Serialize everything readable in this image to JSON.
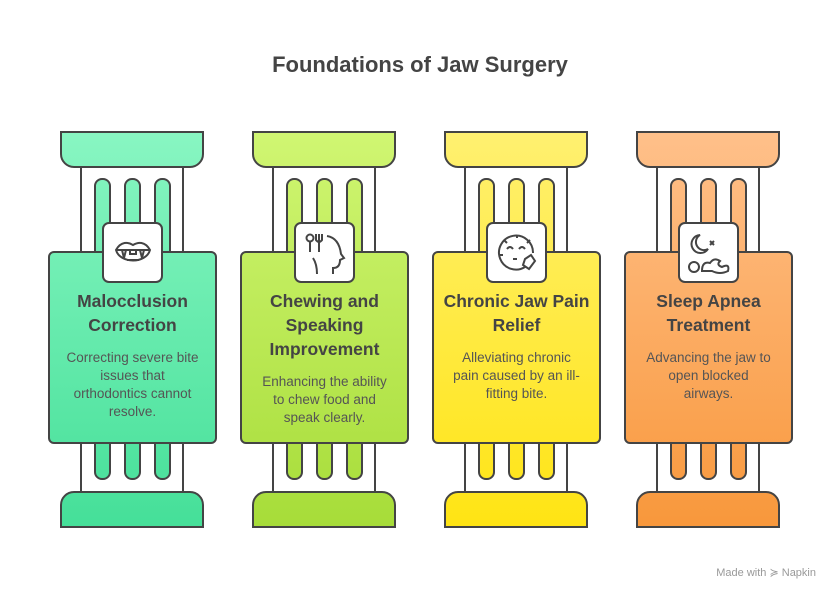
{
  "title": "Foundations of Jaw Surgery",
  "pillars": [
    {
      "heading": "Malocclusion Correction",
      "description": "Correcting severe bite issues that orthodontics cannot resolve.",
      "icon": "mouth-fangs-icon",
      "color_top": "#88f6c2",
      "color_bottom": "#44df98"
    },
    {
      "heading": "Chewing and Speaking Improvement",
      "description": "Enhancing the ability to chew food and speak clearly.",
      "icon": "head-utensils-icon",
      "color_top": "#d0f672",
      "color_bottom": "#a6dc38"
    },
    {
      "heading": "Chronic Jaw Pain Relief",
      "description": "Alleviating chronic pain caused by an ill-fitting bite.",
      "icon": "face-jaw-pain-icon",
      "color_top": "#fff070",
      "color_bottom": "#ffe412"
    },
    {
      "heading": "Sleep Apnea Treatment",
      "description": "Advancing the jaw to open blocked airways.",
      "icon": "sleeping-person-moon-icon",
      "color_top": "#ffc08a",
      "color_bottom": "#f8973a"
    }
  ],
  "footer": {
    "text": "Made with",
    "brand": "Napkin"
  }
}
